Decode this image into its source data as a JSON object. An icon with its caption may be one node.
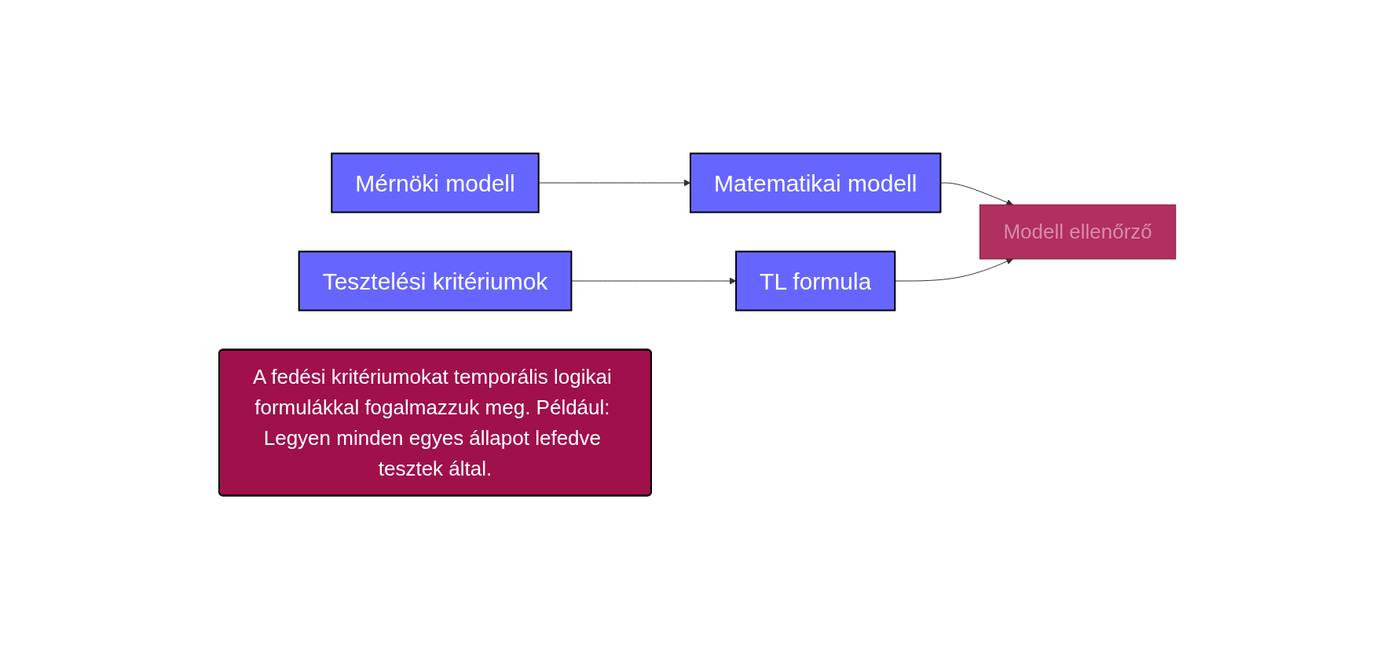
{
  "diagram": {
    "nodes": [
      {
        "text": [
          "Mérnöki modell"
        ]
      },
      {
        "text": [
          "Matematikai modell"
        ]
      },
      {
        "text": [
          "Tesztelési kritériumok"
        ]
      },
      {
        "text": [
          "TL formula"
        ]
      },
      {
        "text": [
          "Modell ellenőrző"
        ]
      },
      {
        "text": [
          "A fedési kritériumokat temporális logikai formulákkal fogalmazzuk meg. Például: Legyen minden egyes állapot lefedve tesztek által."
        ]
      }
    ],
    "edges": [
      {
        "from": 0,
        "to": 1,
        "arrow": "to"
      },
      {
        "from": 2,
        "to": 3,
        "arrow": "to"
      },
      {
        "from": 1,
        "to": 4,
        "arrow": "to"
      },
      {
        "from": 3,
        "to": 4,
        "arrow": "to"
      }
    ]
  }
}
